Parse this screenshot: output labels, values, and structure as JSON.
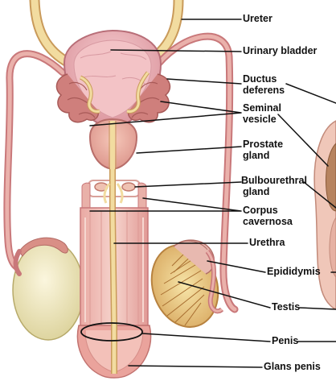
{
  "diagram": {
    "labels": {
      "ureter": "Ureter",
      "urinary_bladder": "Urinary bladder",
      "ductus_deferens_1": "Ductus",
      "ductus_deferens_2": "deferens",
      "seminal_vesicle_1": "Seminal",
      "seminal_vesicle_2": "vesicle",
      "prostate_gland_1": "Prostate",
      "prostate_gland_2": "gland",
      "bulbourethral_gland_1": "Bulbourethral",
      "bulbourethral_gland_2": "gland",
      "corpus_cavernosa_1": "Corpus",
      "corpus_cavernosa_2": "cavernosa",
      "urethra": "Urethra",
      "epididymis": "Epididymis",
      "testis": "Testis",
      "penis": "Penis",
      "glans_penis": "Glans penis"
    },
    "colors": {
      "tissue": "#e8a4a0",
      "tissue_dark": "#c9787a",
      "tissue_light": "#f3cfc8",
      "duct": "#f2dca0",
      "duct_outline": "#c99a5a",
      "testis": "#efe6b8",
      "leader_line": "#111111"
    }
  }
}
